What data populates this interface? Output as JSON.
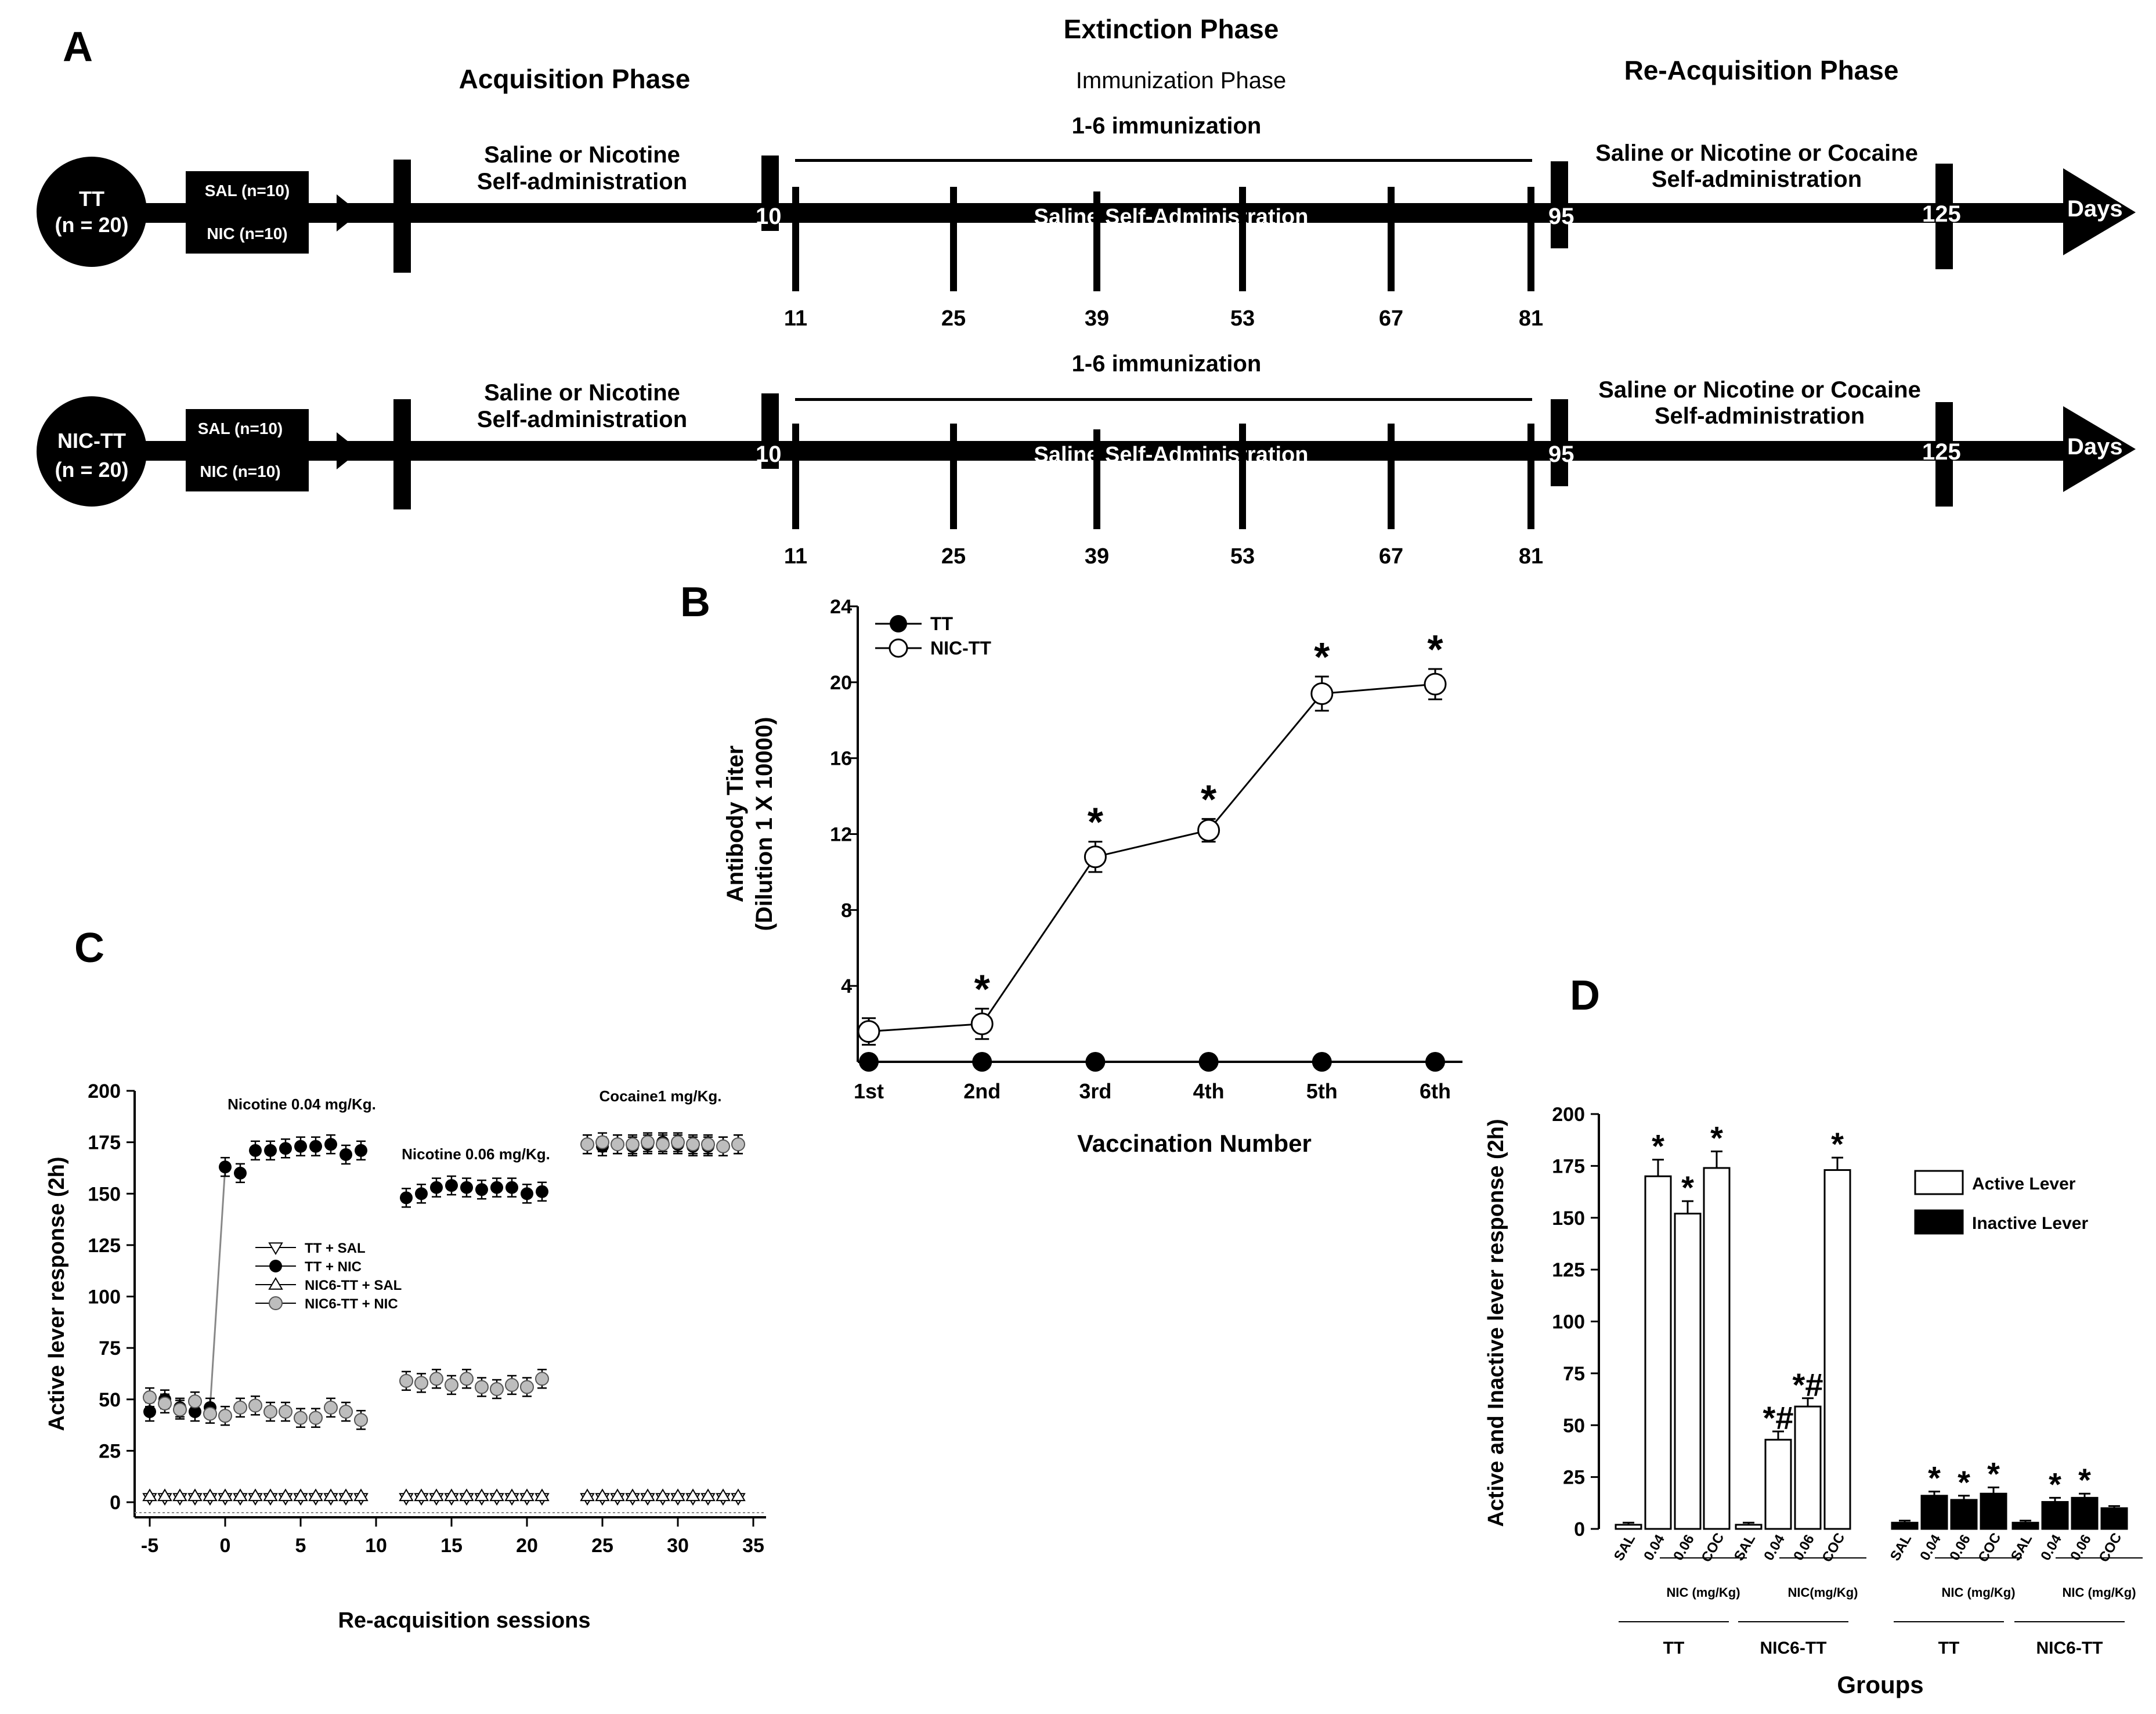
{
  "panel_a": {
    "panel_label": "A",
    "phases": {
      "acquisition": "Acquisition Phase",
      "extinction": "Extinction Phase",
      "immunization": "Immunization Phase",
      "reacquisition": "Re-Acquisition Phase"
    },
    "timelines": [
      {
        "group": "TT",
        "group_n": "(n = 20)",
        "sal": "SAL (n=10)",
        "nic": "NIC (n=10)",
        "acq_line1": "Saline or Nicotine",
        "acq_line2": "Self-administration",
        "immunization_label": "1-6 immunization",
        "extinction_label": "Saline Self-Administration",
        "reacq_line1": "Saline or Nicotine or Cocaine",
        "reacq_line2": "Self-administration",
        "day_start_ext": "10",
        "day_95": "95",
        "day_125": "125",
        "days_label": "Days",
        "immunization_days": [
          "11",
          "25",
          "39",
          "53",
          "67",
          "81"
        ]
      },
      {
        "group": "NIC-TT",
        "group_n": "(n = 20)",
        "sal": "SAL (n=10)",
        "nic": "NIC (n=10)",
        "acq_line1": "Saline or Nicotine",
        "acq_line2": "Self-administration",
        "immunization_label": "1-6 immunization",
        "extinction_label": "Saline Self-Administration",
        "reacq_line1": "Saline or Nicotine or Cocaine",
        "reacq_line2": "Self-administration",
        "day_start_ext": "10",
        "day_95": "95",
        "day_125": "125",
        "days_label": "Days",
        "immunization_days": [
          "11",
          "25",
          "39",
          "53",
          "67",
          "81"
        ]
      }
    ]
  },
  "chart_data": [
    {
      "panel": "B",
      "type": "line",
      "xlabel": "Vaccination Number",
      "ylabel_line1": "Antibody Titer",
      "ylabel_line2": "(Dilution 1 X 10000)",
      "categories": [
        "1st",
        "2nd",
        "3rd",
        "4th",
        "5th",
        "6th"
      ],
      "ylim": [
        0,
        24
      ],
      "yticks": [
        "4",
        "8",
        "12",
        "16",
        "20",
        "24"
      ],
      "series": [
        {
          "name": "TT",
          "marker": "filled-circle",
          "values": [
            0,
            0,
            0,
            0,
            0,
            0
          ],
          "errors": [
            0,
            0,
            0,
            0,
            0,
            0
          ]
        },
        {
          "name": "NIC-TT",
          "marker": "open-circle",
          "values": [
            1.6,
            2.0,
            10.8,
            12.2,
            19.4,
            19.9
          ],
          "errors": [
            0.7,
            0.8,
            0.8,
            0.6,
            0.9,
            0.8
          ],
          "significant": [
            "",
            "*",
            "*",
            "*",
            "*",
            "*"
          ]
        }
      ]
    },
    {
      "panel": "C",
      "type": "scatter",
      "xlabel": "Re-acquisition sessions",
      "ylabel": "Active lever response (2h)",
      "xlim": [
        -6,
        35
      ],
      "ylim": [
        0,
        200
      ],
      "xticks": [
        "-5",
        "0",
        "5",
        "10",
        "15",
        "20",
        "25",
        "30",
        "35"
      ],
      "yticks": [
        "0",
        "25",
        "50",
        "75",
        "100",
        "125",
        "150",
        "175",
        "200"
      ],
      "annotations": {
        "nic004": "Nicotine 0.04 mg/Kg.",
        "nic006": "Nicotine 0.06 mg/Kg.",
        "coc": "Cocaine1 mg/Kg."
      },
      "series": [
        {
          "name": "TT + SAL",
          "marker": "triangle-down",
          "x": [
            -5,
            -4,
            -3,
            -2,
            -1,
            0,
            1,
            2,
            3,
            4,
            5,
            6,
            7,
            8,
            9,
            12,
            13,
            14,
            15,
            16,
            17,
            18,
            19,
            20,
            21,
            24,
            25,
            26,
            27,
            28,
            29,
            30,
            31,
            32,
            33,
            34
          ],
          "y": [
            2,
            2,
            2,
            2,
            2,
            2,
            2,
            2,
            2,
            2,
            2,
            2,
            2,
            2,
            2,
            2,
            2,
            2,
            2,
            2,
            2,
            2,
            2,
            2,
            2,
            2,
            2,
            2,
            2,
            2,
            2,
            2,
            2,
            2,
            2,
            2
          ]
        },
        {
          "name": "TT + NIC",
          "marker": "filled-circle",
          "x": [
            -5,
            -4,
            -3,
            -2,
            -1,
            0,
            1,
            2,
            3,
            4,
            5,
            6,
            7,
            8,
            9,
            12,
            13,
            14,
            15,
            16,
            17,
            18,
            19,
            20,
            21,
            24,
            25,
            26,
            27,
            28,
            29,
            30,
            31,
            32,
            33,
            34
          ],
          "y": [
            44,
            50,
            46,
            44,
            46,
            163,
            160,
            171,
            171,
            172,
            173,
            173,
            174,
            169,
            171,
            148,
            150,
            153,
            154,
            153,
            152,
            153,
            153,
            150,
            151,
            174,
            173,
            174,
            173,
            174,
            175,
            174,
            173,
            173,
            173,
            174
          ]
        },
        {
          "name": "NIC6-TT + SAL",
          "marker": "triangle-up",
          "x": [
            -5,
            -4,
            -3,
            -2,
            -1,
            0,
            1,
            2,
            3,
            4,
            5,
            6,
            7,
            8,
            9,
            12,
            13,
            14,
            15,
            16,
            17,
            18,
            19,
            20,
            21,
            24,
            25,
            26,
            27,
            28,
            29,
            30,
            31,
            32,
            33,
            34
          ],
          "y": [
            3,
            3,
            3,
            3,
            3,
            3,
            3,
            3,
            3,
            3,
            3,
            3,
            3,
            3,
            3,
            3,
            3,
            3,
            3,
            3,
            3,
            3,
            3,
            3,
            3,
            3,
            3,
            3,
            3,
            3,
            3,
            3,
            3,
            3,
            3,
            3
          ]
        },
        {
          "name": "NIC6-TT + NIC",
          "marker": "grey-circle",
          "x": [
            -5,
            -4,
            -3,
            -2,
            -1,
            0,
            1,
            2,
            3,
            4,
            5,
            6,
            7,
            8,
            9,
            12,
            13,
            14,
            15,
            16,
            17,
            18,
            19,
            20,
            21,
            24,
            25,
            26,
            27,
            28,
            29,
            30,
            31,
            32,
            33,
            34
          ],
          "y": [
            51,
            48,
            45,
            49,
            43,
            42,
            46,
            47,
            44,
            44,
            41,
            41,
            46,
            44,
            40,
            59,
            58,
            60,
            57,
            60,
            56,
            55,
            57,
            56,
            60,
            174,
            175,
            174,
            174,
            175,
            174,
            175,
            174,
            174,
            173,
            174
          ]
        }
      ]
    },
    {
      "panel": "D",
      "type": "bar",
      "xlabel": "Groups",
      "ylabel": "Active and Inactive lever response (2h)",
      "ylim": [
        0,
        200
      ],
      "yticks": [
        "0",
        "25",
        "50",
        "75",
        "100",
        "125",
        "150",
        "175",
        "200"
      ],
      "legend": [
        "Active Lever",
        "Inactive Lever"
      ],
      "bar_labels": [
        "SAL",
        "0.04",
        "0.06",
        "COC",
        "SAL",
        "0.04",
        "0.06",
        "COC",
        "SAL",
        "0.04",
        "0.06",
        "COC",
        "SAL",
        "0.04",
        "0.06",
        "COC"
      ],
      "dose_labels": [
        "NIC (mg/Kg)",
        "NIC(mg/Kg)",
        "NIC (mg/Kg)",
        "NIC (mg/Kg)"
      ],
      "group_labels": [
        "TT",
        "NIC6-TT",
        "TT",
        "NIC6-TT"
      ],
      "series": [
        {
          "name": "Active Lever",
          "values": [
            2,
            170,
            152,
            174,
            2,
            43,
            59,
            173
          ],
          "errors": [
            1,
            8,
            6,
            8,
            1,
            4,
            4,
            6
          ],
          "marks": [
            "",
            "*",
            "*",
            "*",
            "",
            "*#",
            "*#",
            "*"
          ]
        },
        {
          "name": "Inactive Lever",
          "values": [
            3,
            16,
            14,
            17,
            3,
            13,
            15,
            10
          ],
          "errors": [
            1,
            2,
            2,
            3,
            1,
            2,
            2,
            1
          ],
          "marks": [
            "",
            "*",
            "*",
            "*",
            "",
            "*",
            "*",
            ""
          ]
        }
      ]
    }
  ],
  "panel_labels": {
    "b": "B",
    "c": "C",
    "d": "D"
  }
}
